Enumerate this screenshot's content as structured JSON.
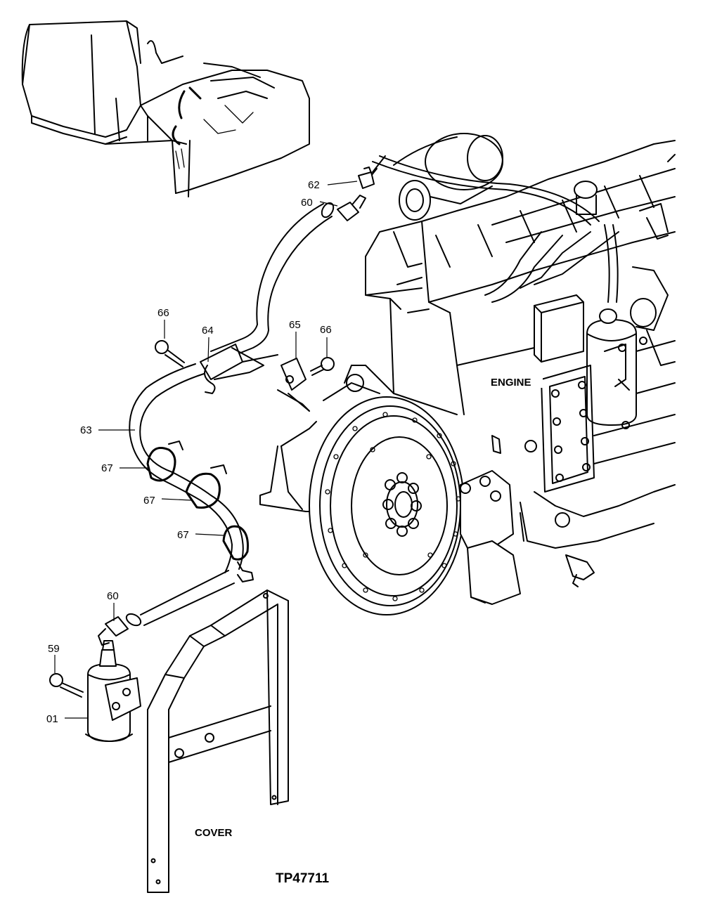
{
  "callouts": {
    "p62": "62",
    "p60_top": "60",
    "p66_left": "66",
    "p64": "64",
    "p65": "65",
    "p66_right": "66",
    "p63": "63",
    "p67_a": "67",
    "p67_b": "67",
    "p67_c": "67",
    "p60_bottom": "60",
    "p59": "59",
    "p01": "01"
  },
  "labels": {
    "engine": "ENGINE",
    "cover": "COVER",
    "drawing_code": "TP47711"
  }
}
